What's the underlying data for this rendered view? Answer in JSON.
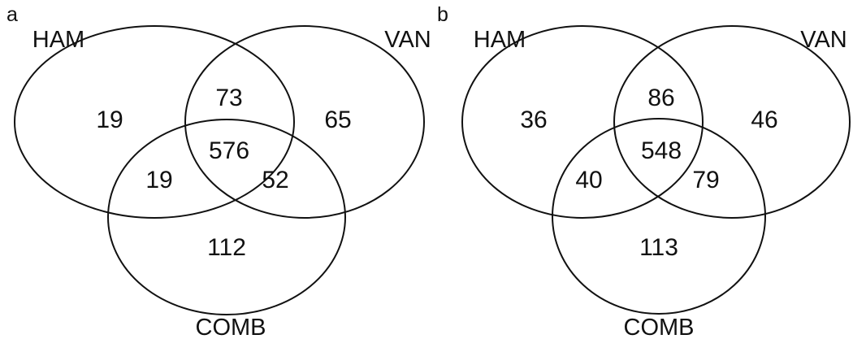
{
  "panels": [
    {
      "letter": "a",
      "sets": {
        "ham": "HAM",
        "van": "VAN",
        "comb": "COMB"
      },
      "regions": {
        "ham_only": "19",
        "ham_van": "73",
        "van_only": "65",
        "all_three": "576",
        "ham_comb": "19",
        "van_comb": "52",
        "comb_only": "112"
      }
    },
    {
      "letter": "b",
      "sets": {
        "ham": "HAM",
        "van": "VAN",
        "comb": "COMB"
      },
      "regions": {
        "ham_only": "36",
        "ham_van": "86",
        "van_only": "46",
        "all_three": "548",
        "ham_comb": "40",
        "van_comb": "79",
        "comb_only": "113"
      }
    }
  ]
}
